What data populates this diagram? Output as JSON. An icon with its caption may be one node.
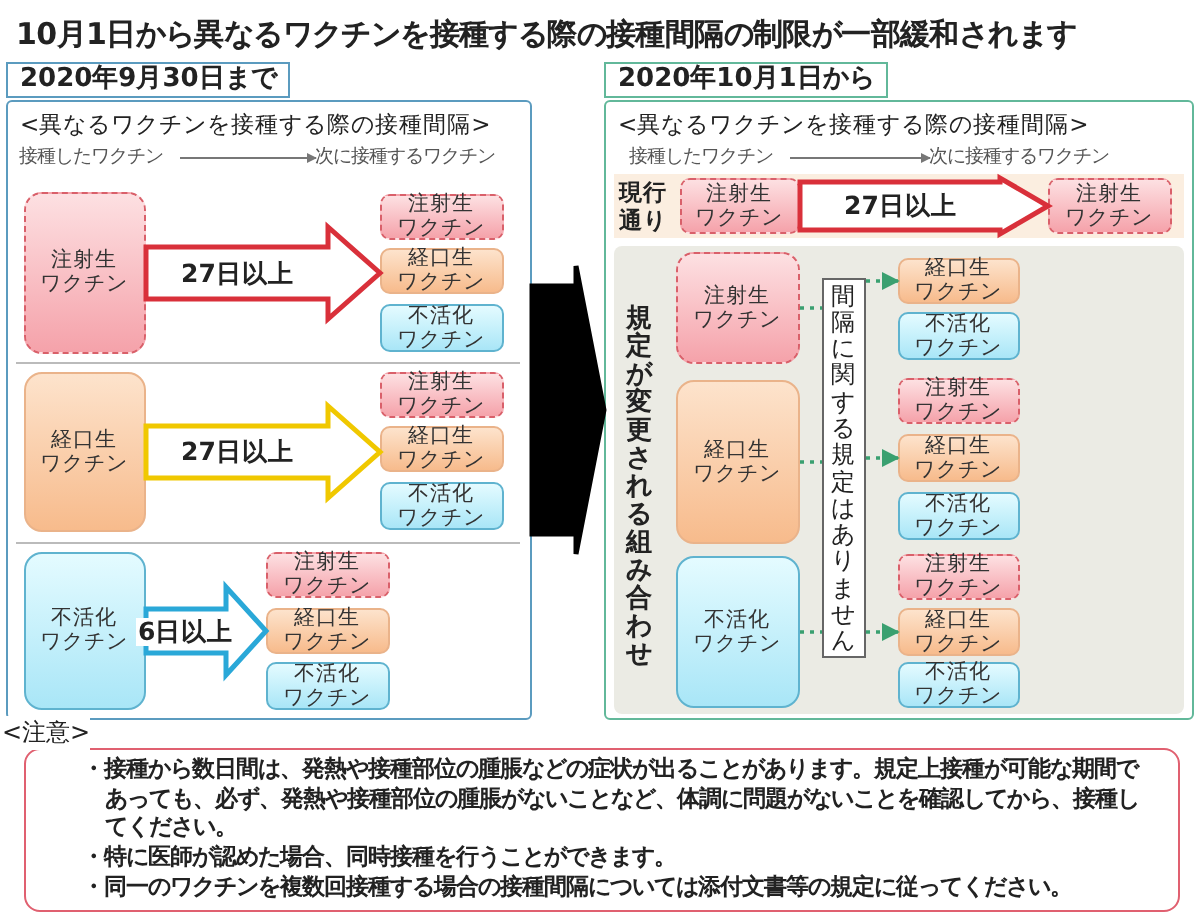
{
  "diagram": {
    "title": "10月1日から異なるワクチンを接種する際の接種間隔の制限が一部緩和されます",
    "nodes": [
      {
        "text": [
          "2020年9月30日まで",
          "<異なるワクチンを接種する際の接種間隔>"
        ]
      },
      {
        "text": [
          "接種したワクチン"
        ],
        "in": 0
      },
      {
        "text": [
          "次に接種するワクチン"
        ],
        "in": 0
      },
      {
        "text": [
          "注射生ワクチン"
        ],
        "in": 0
      },
      {
        "text": [
          "注射生ワクチン"
        ],
        "in": 0
      },
      {
        "text": [
          "経口生ワクチン"
        ],
        "in": 0
      },
      {
        "text": [
          "不活化ワクチン"
        ],
        "in": 0
      },
      {
        "text": [
          "経口生ワクチン"
        ],
        "in": 0
      },
      {
        "text": [
          "注射生ワクチン"
        ],
        "in": 0
      },
      {
        "text": [
          "経口生ワクチン"
        ],
        "in": 0
      },
      {
        "text": [
          "不活化ワクチン"
        ],
        "in": 0
      },
      {
        "text": [
          "不活化ワクチン"
        ],
        "in": 0
      },
      {
        "text": [
          "注射生ワクチン"
        ],
        "in": 0
      },
      {
        "text": [
          "経口生ワクチン"
        ],
        "in": 0
      },
      {
        "text": [
          "不活化ワクチン"
        ],
        "in": 0
      },
      {
        "text": [
          "2020年10月1日から",
          "<異なるワクチンを接種する際の接種間隔>"
        ]
      },
      {
        "text": [
          "接種したワクチン"
        ],
        "in": 15
      },
      {
        "text": [
          "次に接種するワクチン"
        ],
        "in": 15
      },
      {
        "text": [
          "現行通り"
        ],
        "in": 15
      },
      {
        "text": [
          "注射生ワクチン"
        ],
        "in": 18
      },
      {
        "text": [
          "注射生ワクチン"
        ],
        "in": 18
      },
      {
        "text": [
          "規定が変更される組み合わせ"
        ],
        "in": 15
      },
      {
        "text": [
          "注射生ワクチン"
        ],
        "in": 21
      },
      {
        "text": [
          "経口生ワクチン"
        ],
        "in": 21
      },
      {
        "text": [
          "不活化ワクチン"
        ],
        "in": 21
      },
      {
        "text": [
          "間隔に関する規定はありません"
        ],
        "in": 21
      },
      {
        "text": [
          "経口生ワクチン"
        ],
        "in": 21
      },
      {
        "text": [
          "不活化ワクチン"
        ],
        "in": 21
      },
      {
        "text": [
          "注射生ワクチン"
        ],
        "in": 21
      },
      {
        "text": [
          "経口生ワクチン"
        ],
        "in": 21
      },
      {
        "text": [
          "不活化ワクチン"
        ],
        "in": 21
      },
      {
        "text": [
          "注射生ワクチン"
        ],
        "in": 21
      },
      {
        "text": [
          "経口生ワクチン"
        ],
        "in": 21
      },
      {
        "text": [
          "不活化ワクチン"
        ],
        "in": 21
      },
      {
        "text": [
          "<注意>",
          "・接種から数日間は、発熱や接種部位の腫脹などの症状が出ることがあります。規定上接種が可能な期間であっても、必ず、発熱や接種部位の腫脹がないことなど、体調に問題がないことを確認してから、接種してください。",
          "・特に医師が認めた場合、同時接種を行うことができます。",
          "・同一のワクチンを複数回接種する場合の接種間隔については添付文書等の規定に従ってください。"
        ]
      }
    ],
    "edges": [
      {
        "from": 1,
        "to": 2,
        "arrow": "to"
      },
      {
        "from": 3,
        "to": 5,
        "arrow": "to",
        "label": "27日以上",
        "style": "thick",
        "color": "#d9303a"
      },
      {
        "from": 7,
        "to": 9,
        "arrow": "to",
        "label": "27日以上",
        "style": "thick",
        "color": "#f0c800"
      },
      {
        "from": 11,
        "to": 13,
        "arrow": "to",
        "label": "6日以上",
        "style": "thick",
        "color": "#2aa8d8"
      },
      {
        "from": 0,
        "to": 15,
        "arrow": "to",
        "style": "thick",
        "color": "#000000"
      },
      {
        "from": 16,
        "to": 17,
        "arrow": "to"
      },
      {
        "from": 19,
        "to": 20,
        "arrow": "to",
        "label": "27日以上",
        "style": "thick",
        "color": "#d9303a"
      },
      {
        "from": 22,
        "to": 25,
        "arrow": "none",
        "style": "dashed",
        "color": "#3aa070"
      },
      {
        "from": 25,
        "to": 26,
        "arrow": "to",
        "style": "dashed",
        "color": "#3aa070"
      },
      {
        "from": 23,
        "to": 25,
        "arrow": "none",
        "style": "dashed",
        "color": "#3aa070"
      },
      {
        "from": 25,
        "to": 29,
        "arrow": "to",
        "style": "dashed",
        "color": "#3aa070"
      },
      {
        "from": 24,
        "to": 25,
        "arrow": "none",
        "style": "dashed",
        "color": "#3aa070"
      },
      {
        "from": 25,
        "to": 32,
        "arrow": "to",
        "style": "dashed",
        "color": "#3aa070"
      }
    ]
  }
}
